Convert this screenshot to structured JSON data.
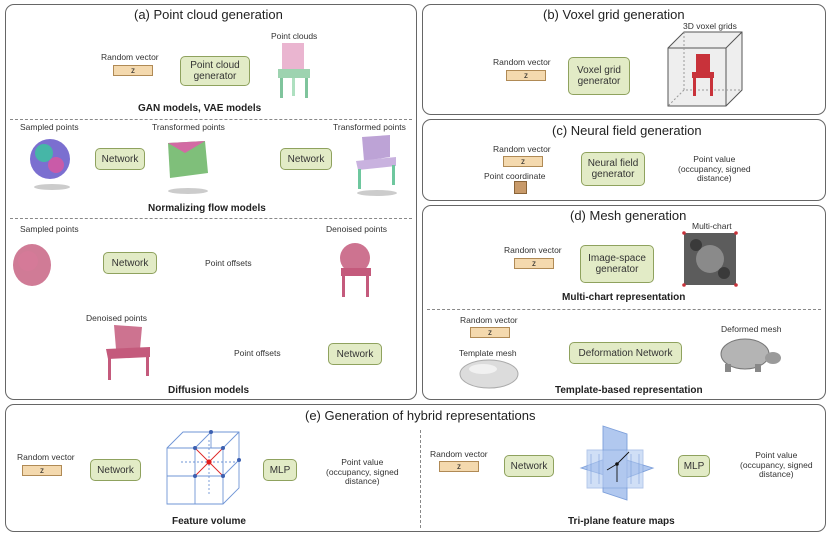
{
  "panels": {
    "a": {
      "title": "(a) Point cloud generation",
      "gan": {
        "random_vector": "Random vector",
        "z": "z",
        "generator": "Point cloud\ngenerator",
        "output": "Point clouds",
        "caption": "GAN models, VAE models"
      },
      "flow": {
        "sampled": "Sampled points",
        "network1": "Network",
        "transformed1": "Transformed points",
        "network2": "Network",
        "transformed2": "Transformed points",
        "caption": "Normalizing flow models"
      },
      "diffusion": {
        "sampled": "Sampled points",
        "network_top": "Network",
        "offsets_top": "Point offsets",
        "denoised_top": "Denoised points",
        "network_bottom": "Network",
        "offsets_bottom": "Point offsets",
        "denoised_bottom": "Denoised points",
        "caption": "Diffusion models"
      }
    },
    "b": {
      "title": "(b) Voxel grid generation",
      "random_vector": "Random vector",
      "z": "z",
      "generator": "Voxel grid\ngenerator",
      "output": "3D voxel grids"
    },
    "c": {
      "title": "(c) Neural field generation",
      "random_vector": "Random vector",
      "z": "z",
      "point_coord": "Point coordinate",
      "generator": "Neural field\ngenerator",
      "output": "Point value\n(occupancy, signed\ndistance)"
    },
    "d": {
      "title": "(d) Mesh generation",
      "multichart": {
        "random_vector": "Random vector",
        "z": "z",
        "generator": "Image-space\ngenerator",
        "output": "Multi-chart",
        "caption": "Multi-chart representation"
      },
      "template": {
        "random_vector": "Random vector",
        "z": "z",
        "template_mesh": "Template mesh",
        "network": "Deformation Network",
        "output": "Deformed mesh",
        "caption": "Template-based representation"
      }
    },
    "e": {
      "title": "(e) Generation of hybrid representations",
      "volume": {
        "random_vector": "Random vector",
        "z": "z",
        "network": "Network",
        "mlp": "MLP",
        "output": "Point value\n(occupancy, signed\ndistance)",
        "caption": "Feature volume"
      },
      "triplane": {
        "random_vector": "Random vector",
        "z": "z",
        "network": "Network",
        "mlp": "MLP",
        "output": "Point value\n(occupancy, signed\ndistance)",
        "caption": "Tri-plane feature maps"
      }
    }
  },
  "colors": {
    "box_fill": "#e2ebc6",
    "box_border": "#8fa25e",
    "z_fill": "#f4d9ae",
    "point_pink": "#c45a7c",
    "grid_blue": "#6f95d6"
  }
}
